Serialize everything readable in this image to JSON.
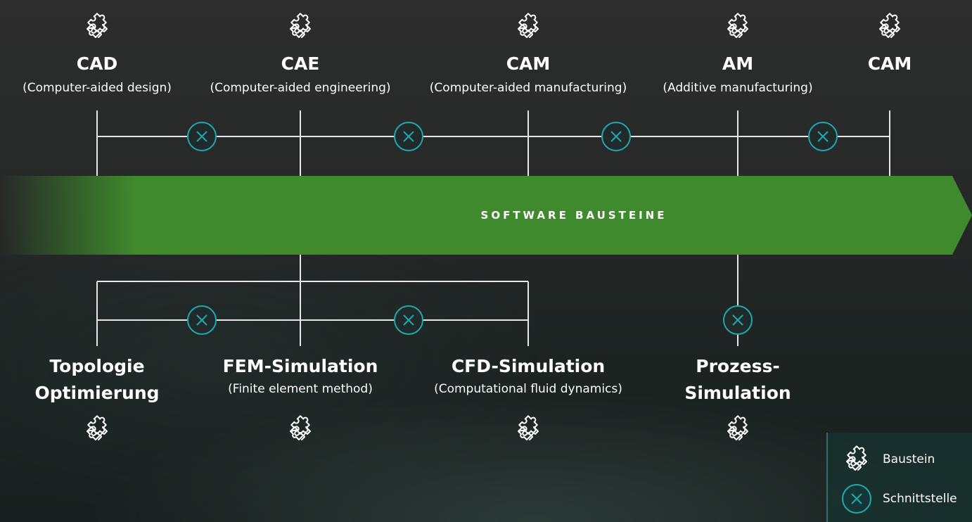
{
  "banner": {
    "label": "SOFTWARE BAUSTEINE",
    "color": "#3f8a2c"
  },
  "top_nodes": [
    {
      "title": "CAD",
      "subtitle": "(Computer-aided design)",
      "icon": "puzzle-icon"
    },
    {
      "title": "CAE",
      "subtitle": "(Computer-aided engineering)",
      "icon": "puzzle-icon"
    },
    {
      "title": "CAM",
      "subtitle": "(Computer-aided manufacturing)",
      "icon": "puzzle-icon"
    },
    {
      "title": "AM",
      "subtitle": "(Additive manufacturing)",
      "icon": "puzzle-icon"
    },
    {
      "title": "CAM",
      "subtitle": "",
      "icon": "puzzle-icon"
    }
  ],
  "bottom_nodes": [
    {
      "title_line1": "Topologie",
      "title_line2": "Optimierung",
      "subtitle": "",
      "icon": "puzzle-icon"
    },
    {
      "title_line1": "FEM-Simulation",
      "title_line2": "",
      "subtitle": "(Finite element method)",
      "icon": "puzzle-icon"
    },
    {
      "title_line1": "CFD-Simulation",
      "title_line2": "",
      "subtitle": "(Computational fluid dynamics)",
      "icon": "puzzle-icon"
    },
    {
      "title_line1": "Prozess-",
      "title_line2": "Simulation",
      "subtitle": "",
      "icon": "puzzle-icon"
    }
  ],
  "legend": {
    "items": [
      {
        "icon": "puzzle-icon",
        "label": "Baustein"
      },
      {
        "icon": "interface-x-icon",
        "label": "Schnittstelle"
      }
    ]
  },
  "colors": {
    "connector": "#1fa8b0",
    "line": "#e8e8e8"
  }
}
